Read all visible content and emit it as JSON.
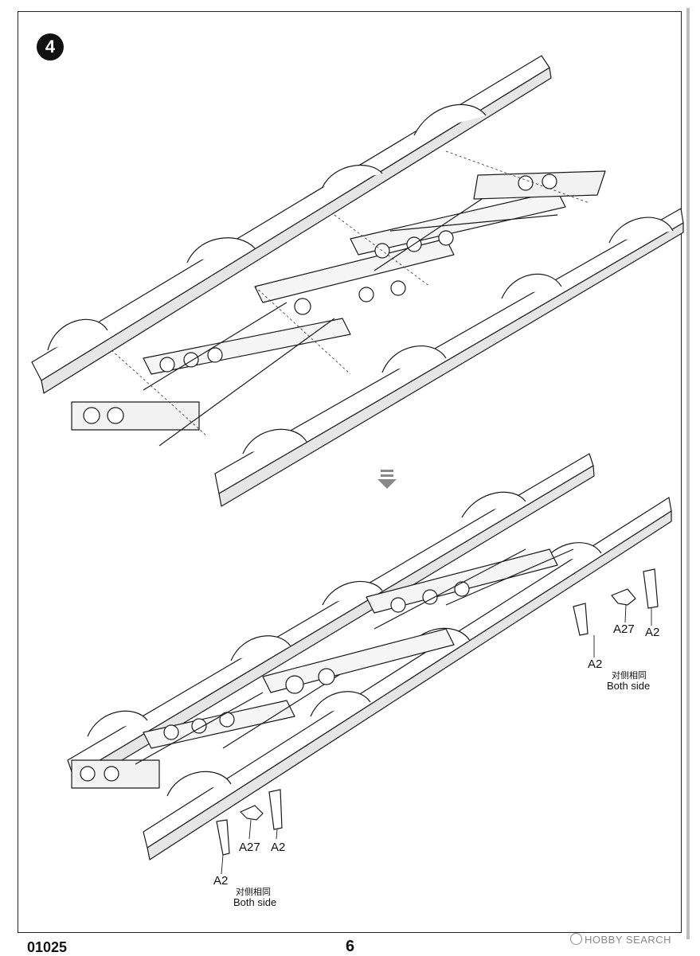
{
  "step": {
    "number": "4"
  },
  "lower_left_labels": {
    "part_a2_top": "A2",
    "part_a27": "A27",
    "part_a2_bottom": "A2",
    "note_cn": "对侧相同",
    "note_en": "Both side"
  },
  "lower_right_labels": {
    "part_a27": "A27",
    "part_a2_right": "A2",
    "part_a2_left": "A2",
    "note_cn": "对侧相同",
    "note_en": "Both side"
  },
  "footer": {
    "product_code": "01025",
    "page_number": "6",
    "watermark": "HOBBY SEARCH"
  },
  "colors": {
    "line": "#1a1a1a",
    "fill": "#ffffff",
    "shade": "#d9d9d9"
  }
}
